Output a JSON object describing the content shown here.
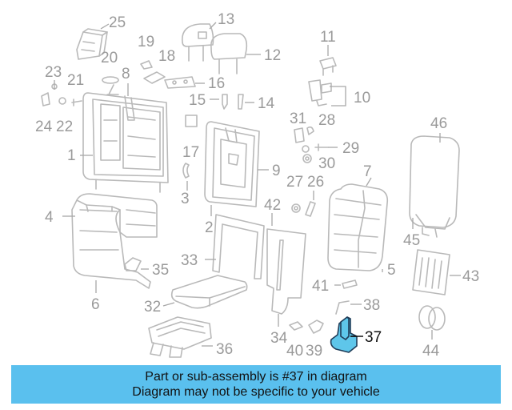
{
  "callouts": {
    "c1": "1",
    "c2": "2",
    "c3": "3",
    "c4": "4",
    "c5": "5",
    "c6": "6",
    "c7": "7",
    "c8": "8",
    "c9": "9",
    "c10": "10",
    "c11": "11",
    "c12": "12",
    "c13": "13",
    "c14": "14",
    "c15": "15",
    "c16": "16",
    "c17": "17",
    "c18": "18",
    "c19": "19",
    "c20": "20",
    "c21": "21",
    "c22": "22",
    "c23": "23",
    "c24": "24",
    "c25": "25",
    "c26": "26",
    "c27": "27",
    "c28": "28",
    "c29": "29",
    "c30": "30",
    "c31": "31",
    "c32": "32",
    "c33": "33",
    "c34": "34",
    "c35": "35",
    "c36": "36",
    "c37": "37",
    "c38": "38",
    "c39": "39",
    "c40": "40",
    "c41": "41",
    "c42": "42",
    "c43": "43",
    "c44": "44",
    "c45": "45",
    "c46": "46"
  },
  "highlighted_part": "37",
  "banner": {
    "line1": "Part or sub-assembly is #37 in diagram",
    "line2": "Diagram may not be specific to your vehicle"
  },
  "colors": {
    "banner": "#5ac0ee",
    "highlight_fill": "#5ec6ea",
    "line_art": "#b9b9b9"
  }
}
